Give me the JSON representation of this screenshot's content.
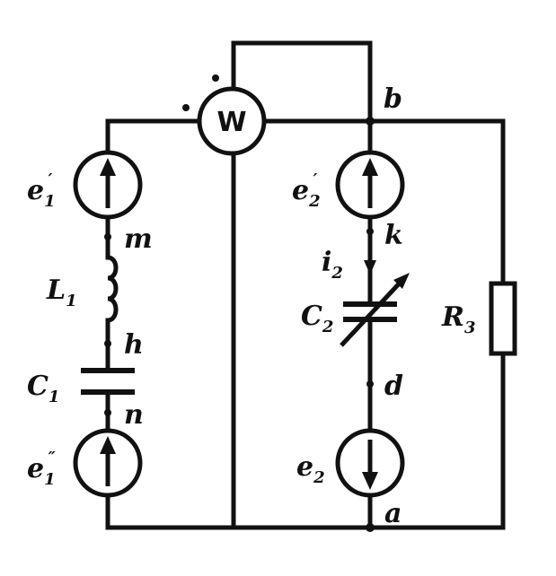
{
  "diagram": {
    "wattmeter": {
      "label": "W"
    },
    "nodes": {
      "a": "a",
      "b": "b",
      "d": "d",
      "k": "k",
      "m": "m",
      "h": "h",
      "n": "n"
    },
    "components": {
      "e1_prime": {
        "base": "e",
        "sub": "1",
        "sup": "′"
      },
      "e1_double_prime": {
        "base": "e",
        "sub": "1",
        "sup": "″"
      },
      "L1": {
        "base": "L",
        "sub": "1"
      },
      "C1": {
        "base": "C",
        "sub": "1"
      },
      "e2_prime": {
        "base": "e",
        "sub": "2",
        "sup": "′"
      },
      "e2": {
        "base": "e",
        "sub": "2"
      },
      "C2": {
        "base": "C",
        "sub": "2"
      },
      "i2": {
        "base": "i",
        "sub": "2"
      },
      "R3": {
        "base": "R",
        "sub": "3"
      }
    }
  }
}
